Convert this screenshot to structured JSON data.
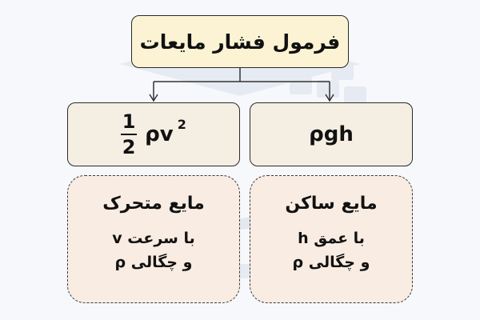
{
  "diagram": {
    "root": {
      "label": "فرمول فشار مایعات"
    },
    "branches": [
      {
        "id": "moving",
        "formula": {
          "numerator": "1",
          "denominator": "2",
          "body": "ρv",
          "exponent": "2"
        },
        "description": {
          "title": "مایع متحرک",
          "line1": "با سرعت v",
          "line2": "و چگالی ρ"
        }
      },
      {
        "id": "static",
        "formula": {
          "text": "ρgh"
        },
        "description": {
          "title": "مایع ساکن",
          "line1": "با عمق h",
          "line2": "و چگالی ρ"
        }
      }
    ]
  },
  "colors": {
    "root_fill": "#fbf3d3",
    "formula_fill": "#f5efe3",
    "description_fill": "#f9ece2",
    "stroke": "#2b2b2b",
    "watermark": "#e7ebf3"
  },
  "icons": {
    "watermark": "logo-watermark-icon"
  }
}
